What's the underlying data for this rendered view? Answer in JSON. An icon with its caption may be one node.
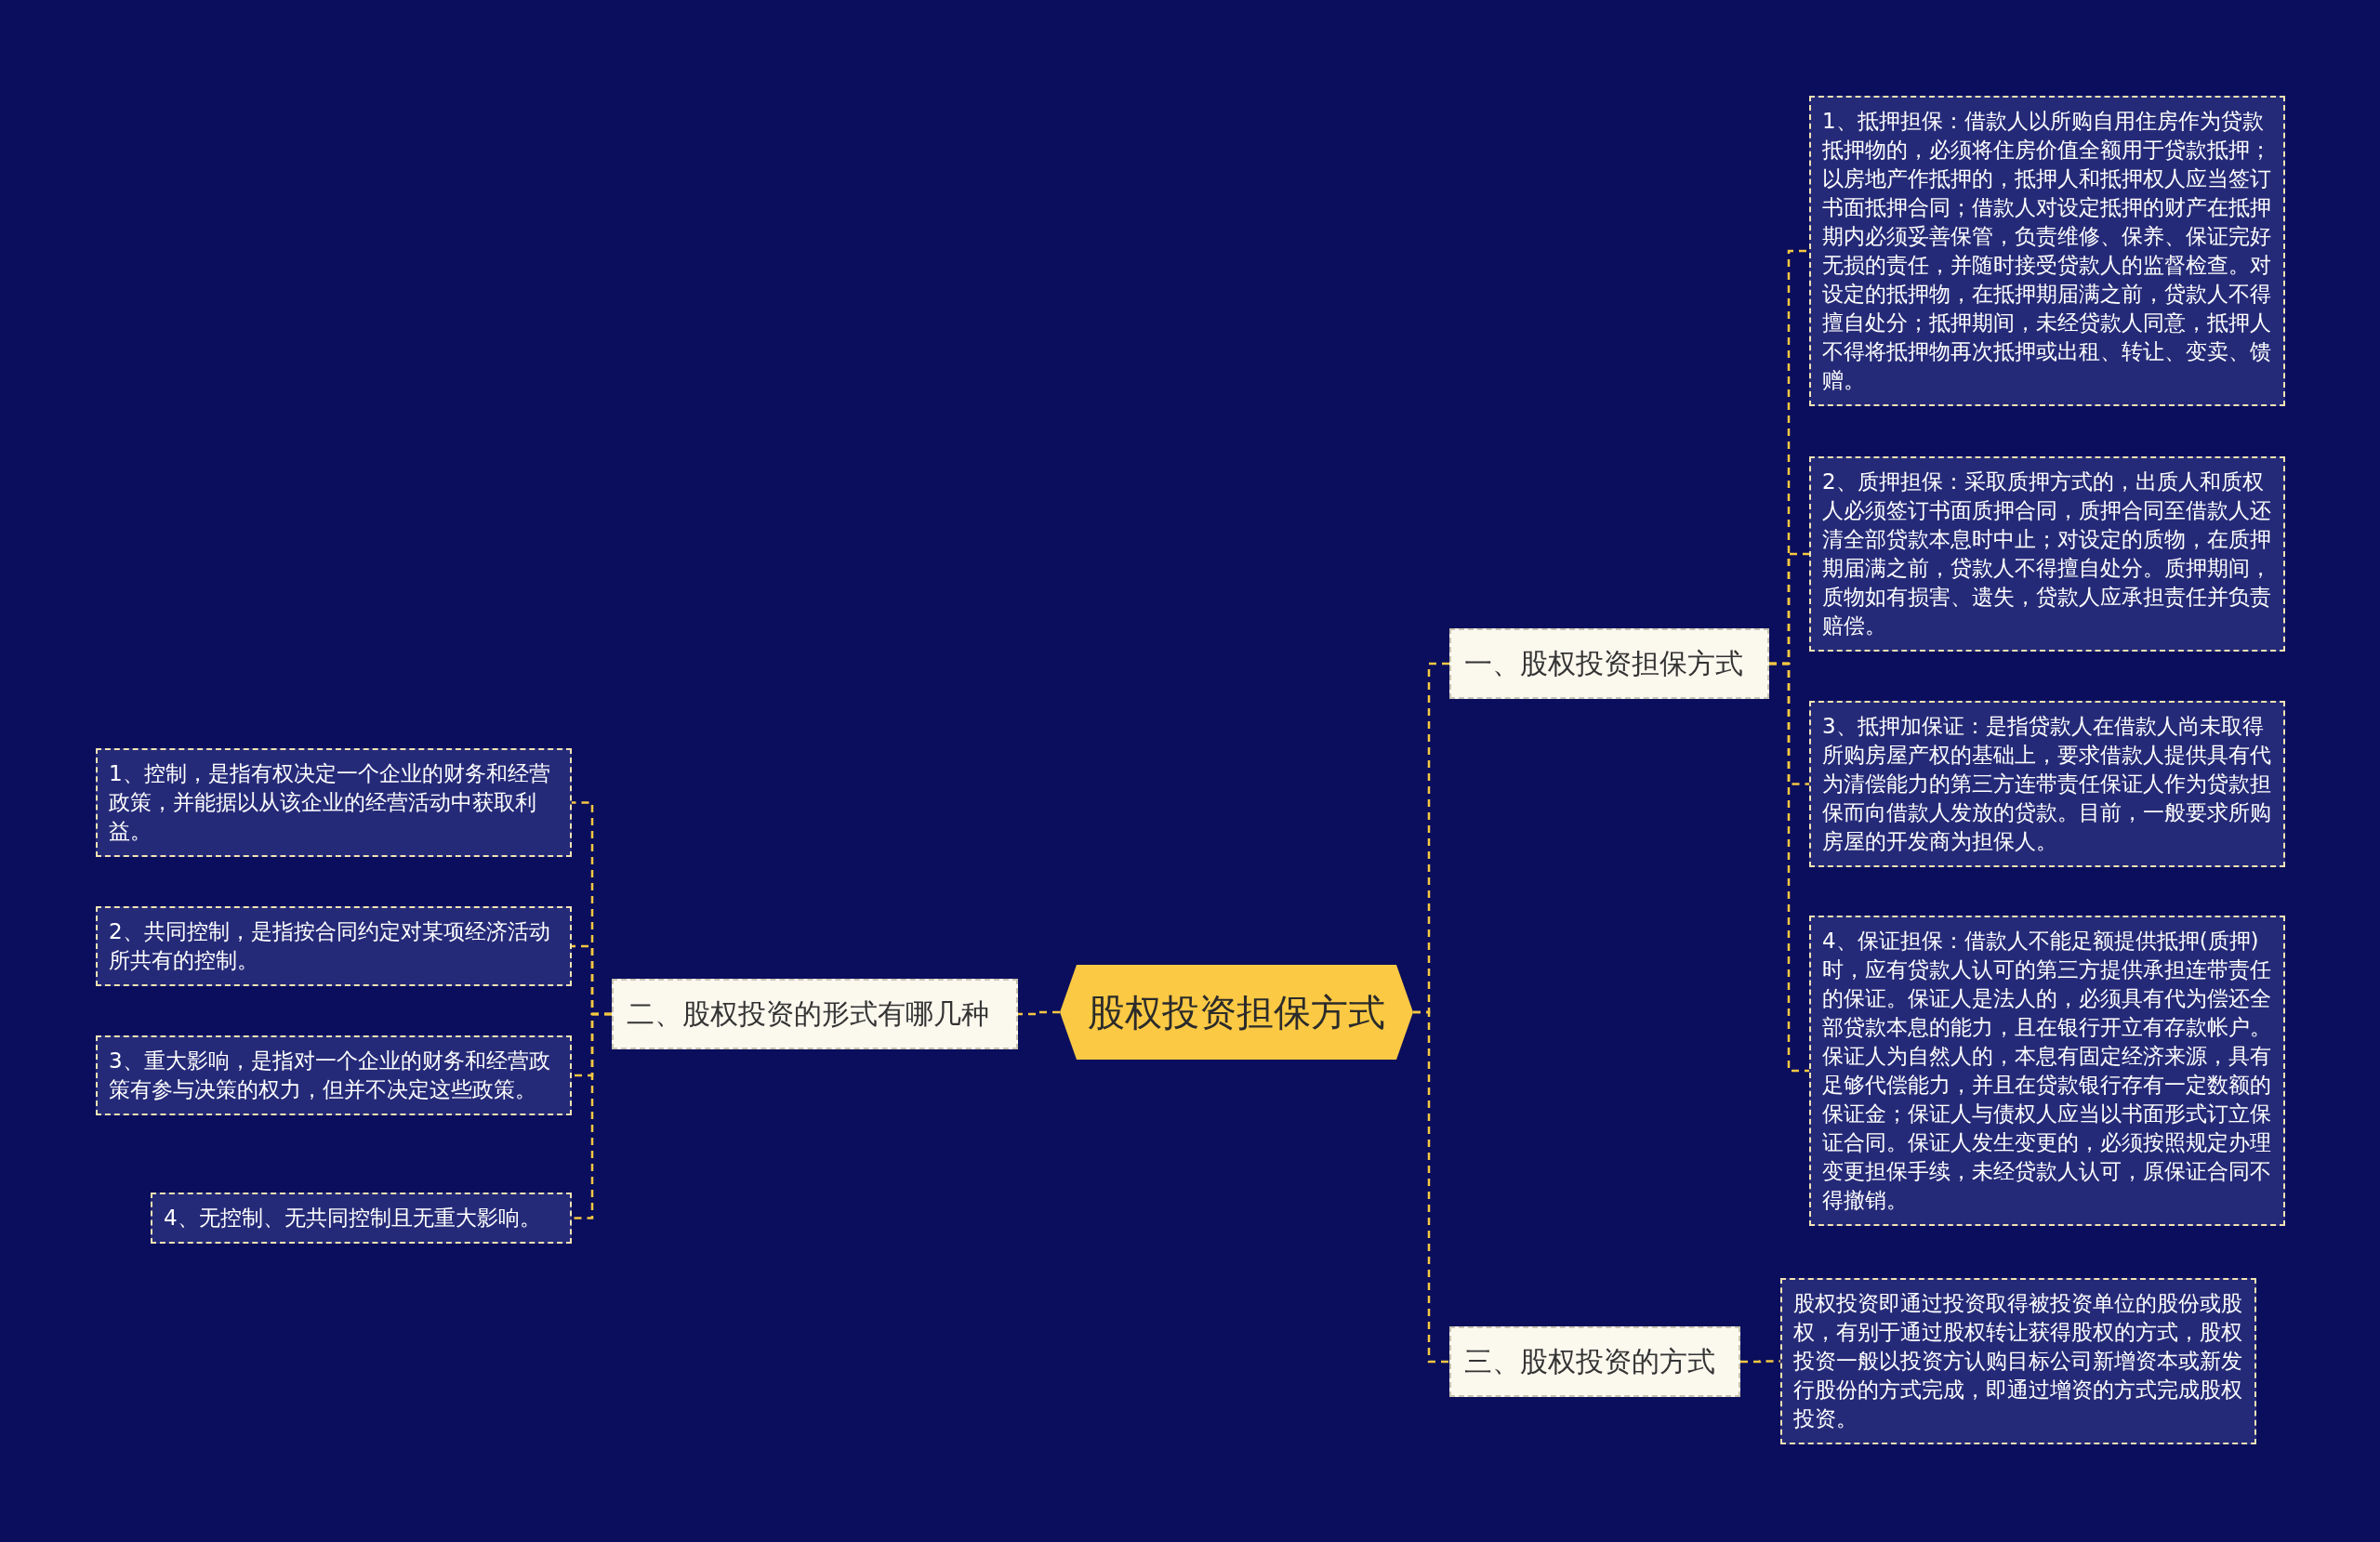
{
  "diagram": {
    "nodes": [
      {
        "text": [
          "股权投资担保方式"
        ]
      },
      {
        "text": [
          "一、股权投资担保方式"
        ]
      },
      {
        "text": [
          "1、抵押担保：借款人以所购自用住房作为贷款抵押物的，必须将住房价值全额用于贷款抵押；以房地产作抵押的，抵押人和抵押权人应当签订书面抵押合同；借款人对设定抵押的财产在抵押期内必须妥善保管，负责维修、保养、保证完好无损的责任，并随时接受贷款人的监督检查。对设定的抵押物，在抵押期届满之前，贷款人不得擅自处分；抵押期间，未经贷款人同意，抵押人不得将抵押物再次抵押或出租、转让、变卖、馈赠。"
        ]
      },
      {
        "text": [
          "2、质押担保：采取质押方式的，出质人和质权人必须签订书面质押合同，质押合同至借款人还清全部贷款本息时中止；对设定的质物，在质押期届满之前，贷款人不得擅自处分。质押期间，质物如有损害、遗失，贷款人应承担责任并负责赔偿。"
        ]
      },
      {
        "text": [
          "3、抵押加保证：是指贷款人在借款人尚未取得所购房屋产权的基础上，要求借款人提供具有代为清偿能力的第三方连带责任保证人作为贷款担保而向借款人发放的贷款。目前，一般要求所购房屋的开发商为担保人。"
        ]
      },
      {
        "text": [
          "4、保证担保：借款人不能足额提供抵押(质押)时，应有贷款人认可的第三方提供承担连带责任的保证。保证人是法人的，必须具有代为偿还全部贷款本息的能力，且在银行开立有存款帐户。保证人为自然人的，本息有固定经济来源，具有足够代偿能力，并且在贷款银行存有一定数额的保证金；保证人与债权人应当以书面形式订立保证合同。保证人发生变更的，必须按照规定办理变更担保手续，未经贷款人认可，原保证合同不得撤销。"
        ]
      },
      {
        "text": [
          "二、股权投资的形式有哪几种"
        ]
      },
      {
        "text": [
          "1、控制，是指有权决定一个企业的财务和经营政策，并能据以从该企业的经营活动中获取利益。"
        ]
      },
      {
        "text": [
          "2、共同控制，是指按合同约定对某项经济活动所共有的控制。"
        ]
      },
      {
        "text": [
          "3、重大影响，是指对一个企业的财务和经营政策有参与决策的权力，但并不决定这些政策。"
        ]
      },
      {
        "text": [
          "4、无控制、无共同控制且无重大影响。"
        ]
      },
      {
        "text": [
          "三、股权投资的方式"
        ]
      },
      {
        "text": [
          "股权投资即通过投资取得被投资单位的股份或股权，有别于通过股权转让获得股权的方式，股权投资一般以投资方认购目标公司新增资本或新发行股份的方式完成，即通过增资的方式完成股权投资。"
        ]
      }
    ],
    "edges": [
      {
        "from": 0,
        "to": 1,
        "arrow": "none"
      },
      {
        "from": 1,
        "to": 2,
        "arrow": "none"
      },
      {
        "from": 1,
        "to": 3,
        "arrow": "none"
      },
      {
        "from": 1,
        "to": 4,
        "arrow": "none"
      },
      {
        "from": 1,
        "to": 5,
        "arrow": "none"
      },
      {
        "from": 0,
        "to": 6,
        "arrow": "none"
      },
      {
        "from": 6,
        "to": 7,
        "arrow": "none"
      },
      {
        "from": 6,
        "to": 8,
        "arrow": "none"
      },
      {
        "from": 6,
        "to": 9,
        "arrow": "none"
      },
      {
        "from": 6,
        "to": 10,
        "arrow": "none"
      },
      {
        "from": 0,
        "to": 11,
        "arrow": "none"
      },
      {
        "from": 11,
        "to": 12,
        "arrow": "none"
      }
    ]
  }
}
